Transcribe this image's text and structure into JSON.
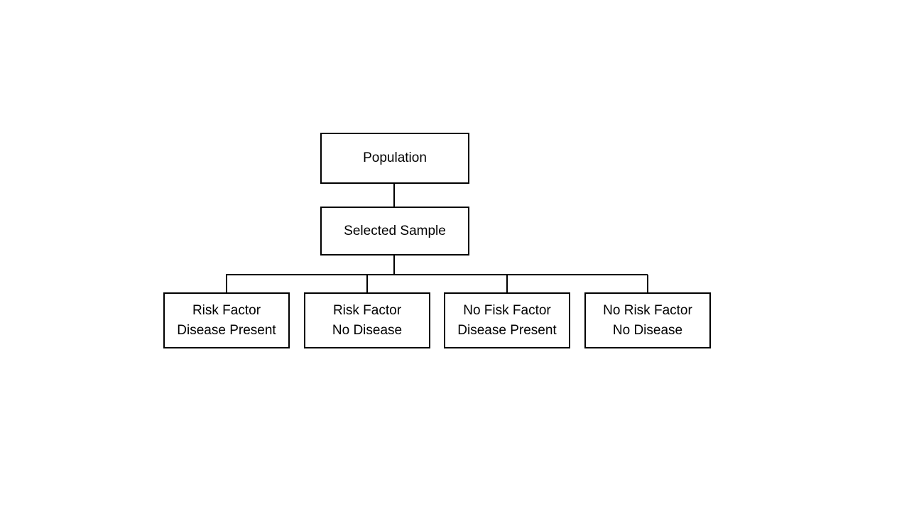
{
  "diagram": {
    "type": "flowchart",
    "colors": {
      "background": "#ffffff",
      "line": "#000000",
      "text": "#000000"
    },
    "nodes": {
      "population": {
        "label": "Population"
      },
      "selected_sample": {
        "label": "Selected Sample"
      },
      "risk_factor_disease_present": {
        "line1": "Risk Factor",
        "line2": "Disease Present"
      },
      "risk_factor_no_disease": {
        "line1": "Risk Factor",
        "line2": "No Disease"
      },
      "no_fisk_factor_disease_present": {
        "line1": "No Fisk Factor",
        "line2": "Disease Present"
      },
      "no_risk_factor_no_disease": {
        "line1": "No Risk Factor",
        "line2": "No Disease"
      }
    },
    "edges": [
      {
        "from": "population",
        "to": "selected_sample"
      },
      {
        "from": "selected_sample",
        "to": "risk_factor_disease_present"
      },
      {
        "from": "selected_sample",
        "to": "risk_factor_no_disease"
      },
      {
        "from": "selected_sample",
        "to": "no_fisk_factor_disease_present"
      },
      {
        "from": "selected_sample",
        "to": "no_risk_factor_no_disease"
      }
    ]
  }
}
